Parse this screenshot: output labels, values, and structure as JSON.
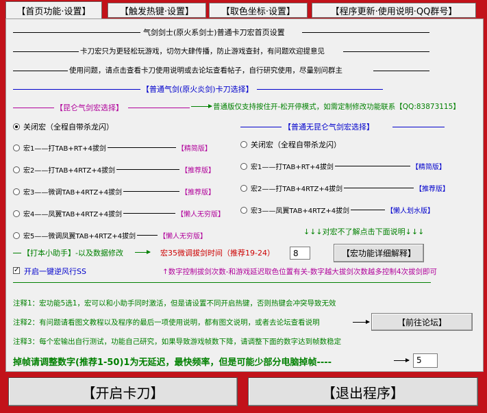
{
  "tabs": [
    {
      "label": "【首页功能·设置】"
    },
    {
      "label": "【触发热键·设置】"
    },
    {
      "label": "【取色坐标·设置】"
    },
    {
      "label": "【程序更新·使用说明·QQ群号】"
    }
  ],
  "header": {
    "line1": "气剑剑士(原火系剑士)普通卡刀宏首页设置",
    "line2": "卡刀宏只为更轻松玩游戏，切勿大肆传播，防止游戏查封，有问题欢迎提意见",
    "line3": "使用问题，请点击查看卡刀使用说明或去论坛查看帖子，自行研究使用，尽量别问群主"
  },
  "section_title": "【普通气剑(原火炎剑)卡刀选择】",
  "left_group": {
    "title": "【昆仑气剑宏选择】",
    "radios": [
      {
        "label": "关闭宏（全程自带杀龙闪）",
        "selected": true
      },
      {
        "label": "宏1——打TAB+RT+4拔剑",
        "tag": "【精简版】"
      },
      {
        "label": "宏2——打TAB+4RTZ+4拔剑",
        "tag": "【推荐版】"
      },
      {
        "label": "宏3——微调TAB+4RTZ+4拔剑",
        "tag": "【推荐版】"
      },
      {
        "label": "宏4——凤翼TAB+4RTZ+4拔剑",
        "tag": "【懒人无穷版】"
      },
      {
        "label": "宏5——微调凤翼TAB+4RTZ+4拔剑",
        "tag": "【懒人无穷版】"
      }
    ]
  },
  "right_note": "普通版仅支持按住开-松开停模式，如需定制修改功能联系【QQ:83873115】",
  "right_group": {
    "title": "【普通无昆仑气剑宏选择】",
    "radios": [
      {
        "label": "关闭宏（全程自带杀龙闪）",
        "selected": false
      },
      {
        "label": "宏1——打TAB+RT+4拔剑",
        "tag": "【精简版】"
      },
      {
        "label": "宏2——打TAB+4RTZ+4拔剑",
        "tag": "【推荐版】"
      },
      {
        "label": "宏3——凤翼TAB+4RTZ+4拔剑",
        "tag": "【懒人划水版】"
      }
    ]
  },
  "down_note": "↓↓↓对宏不了解点击下面说明↓↓↓",
  "helper": {
    "label": "【打本小助手】-以及数据修改",
    "delay_label": "宏35微调拔剑时间（推荐19-24）",
    "delay_value": "8",
    "explain_button": "【宏功能详细解释】",
    "checkbox_label": "开启一键逆风行SS",
    "checkbox_checked": true,
    "tip": "↑数字控制拔剑次数-和游戏延迟取色位置有关-数字越大拔剑次数越多控制4次拔剑即可"
  },
  "notes": {
    "note1": "注释1：宏功能5选1，宏可以和小助手同时激活，但是请设置不同开启热键，否则热键会冲突导致无效",
    "note2": "注释2：有问题请看图文教程以及程序的最后一项使用说明，都有图文说明，或者去论坛查看说明",
    "forum_button": "【前往论坛】",
    "note3": "注释3：每个宏输出自行测试，功能自己研究，如果导致游戏帧数下降，请调整下面的数字达到帧数稳定"
  },
  "frame": {
    "label": "掉帧请调整数字(推荐1-50)1为无延迟，最快频率，但是可能少部分电脑掉帧----",
    "value": "5"
  },
  "bottom": {
    "start_button": "【开启卡刀】",
    "exit_button": "【退出程序】"
  }
}
